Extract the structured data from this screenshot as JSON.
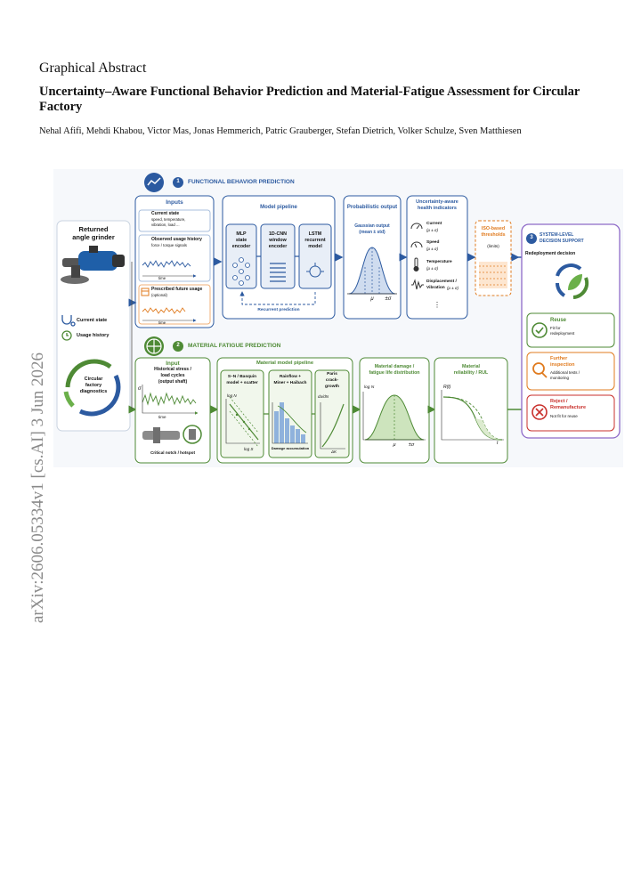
{
  "arxiv_id": "arXiv:2606.05334v1  [cs.AI]  3 Jun 2026",
  "section_label": "Graphical Abstract",
  "title": "Uncertainty–Aware Functional Behavior Prediction and Material-Fatigue Assessment for Circular Factory",
  "authors": "Nehal Afifi, Mehdi Khabou, Victor Mas, Jonas Hemmerich, Patric Grauberger, Stefan Dietrich, Volker Schulze, Sven Matthiesen",
  "figure": {
    "left": {
      "title_1": "Returned",
      "title_2": "angle grinder",
      "current_state": "Current state",
      "usage_history": "Usage history",
      "cycle_1": "Circular",
      "cycle_2": "factory",
      "cycle_3": "diagnostics"
    },
    "fbp": {
      "num": "1",
      "heading": "FUNCTIONAL BEHAVIOR PREDICTION",
      "inputs_title": "Inputs",
      "current_state": "Current state",
      "current_state_desc_1": "speed, temperature,",
      "current_state_desc_2": "vibration, load ...",
      "observed": "Observed usage history",
      "observed_desc": "force / torque signals",
      "time": "time",
      "prescribed": "Prescribed future usage",
      "prescribed_desc": "(optional)",
      "pipeline_title": "Model pipeline",
      "mlp_1": "MLP",
      "mlp_2": "state",
      "mlp_3": "encoder",
      "cnn_1": "1D-CNN",
      "cnn_2": "window",
      "cnn_3": "encoder",
      "lstm_1": "LSTM",
      "lstm_2": "recurrent",
      "lstm_3": "model",
      "recurrent": "Recurrent prediction",
      "prob_title": "Probabilistic output",
      "gauss_1": "Gaussian output",
      "gauss_2": "(mean ± std)",
      "mu": "μ",
      "pm_sigma": "±σ",
      "health_1": "Uncertainty-aware",
      "health_2": "health indicators",
      "ind_current": "Current",
      "ind_speed": "Speed",
      "ind_temp": "Temperature",
      "ind_disp_1": "Displacement /",
      "ind_disp_2": "Vibration",
      "ind_sub": "(μ ± σ)",
      "dots": "⋮",
      "iso_1": "ISO-based",
      "iso_2": "thresholds",
      "iso_3": "(limits)"
    },
    "mfp": {
      "num": "2",
      "heading": "MATERIAL FATIGUE PREDICTION",
      "input_title": "Input",
      "input_1": "Historical stress /",
      "input_2": "load cycles",
      "input_3": "(output shaft)",
      "sigma": "σ",
      "time": "time",
      "notch": "Critical notch / hotspot",
      "pipeline_title": "Material model pipeline",
      "sn_1": "S–N / Basquin",
      "sn_2": "model + scatter",
      "logNf": "log N",
      "logS": "log S",
      "rain_1": "Rainflow +",
      "rain_2": "Miner + Haibach",
      "damage_acc": "Damage accumulation",
      "paris_1": "Paris",
      "paris_2": "crack-",
      "paris_3": "growth",
      "dadn": "da/dN",
      "dk": "ΔK",
      "damage_1": "Material damage /",
      "damage_2": "fatigue life distribution",
      "reli_1": "Material",
      "reli_2": "reliability / RUL",
      "rt": "R(t)",
      "t": "t"
    },
    "sds": {
      "num": "3",
      "heading_1": "SYSTEM-LEVEL",
      "heading_2": "DECISION SUPPORT",
      "redeploy": "Redeployment decision",
      "reuse": "Reuse",
      "reuse_1": "Fit for",
      "reuse_2": "redeployment",
      "further_1": "Further",
      "further_2": "inspection",
      "further_d1": "Additional tests /",
      "further_d2": "monitoring",
      "reject_1": "Reject /",
      "reject_2": "Remanufacture",
      "reject_d": "Not fit for reuse"
    },
    "colors": {
      "blue": "#2c5aa0",
      "green": "#4e8a35",
      "orange": "#e07b1f",
      "purple": "#8e6ac8",
      "red": "#c9302c"
    }
  }
}
